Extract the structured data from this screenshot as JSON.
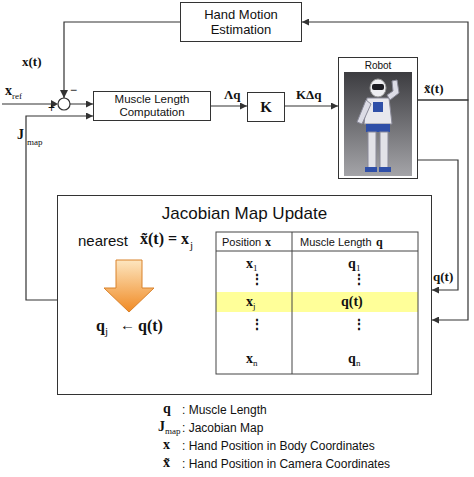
{
  "diagram": {
    "nodes": [
      {
        "text": [
          "Hand Motion Estimation"
        ]
      },
      {
        "text": [
          "Muscle Length Computation"
        ]
      },
      {
        "text": [
          "K"
        ]
      },
      {
        "text": [
          "Robot"
        ]
      },
      {
        "text": [
          "Jacobian Map Update"
        ]
      }
    ],
    "edges": [
      {
        "from": 0,
        "to": 1,
        "arrow": "to",
        "label": "x(t)"
      },
      {
        "from": 1,
        "to": 2,
        "arrow": "to",
        "label": "Λq"
      },
      {
        "from": 2,
        "to": 3,
        "arrow": "to",
        "label": "KΔq"
      },
      {
        "from": 3,
        "to": 0,
        "arrow": "to",
        "label": "x̃(t)"
      },
      {
        "from": 3,
        "to": 4,
        "arrow": "to"
      },
      {
        "from": 3,
        "to": 4,
        "arrow": "to",
        "label": "q(t)"
      },
      {
        "from": 4,
        "to": 1,
        "arrow": "to",
        "label": "J"
      }
    ],
    "labels": [
      "x",
      "ref",
      "+",
      "−",
      "nearest",
      "x̃(t) = x",
      "j",
      "q",
      "j",
      "←",
      "q(t)",
      "Position",
      "x",
      "Muscle Length",
      "q",
      "x",
      "1",
      "q",
      "1",
      "⋮",
      "⋮",
      "x",
      "j",
      "q(t)",
      "⋮",
      "⋮",
      "x",
      "n",
      "q",
      "n",
      "q",
      ": Muscle Length",
      "J",
      "map",
      ": Jacobian Map",
      "x",
      ": Hand Position in Body Coordinates",
      "x̃",
      ": Hand Position in Camera Coordinates",
      "map"
    ]
  }
}
